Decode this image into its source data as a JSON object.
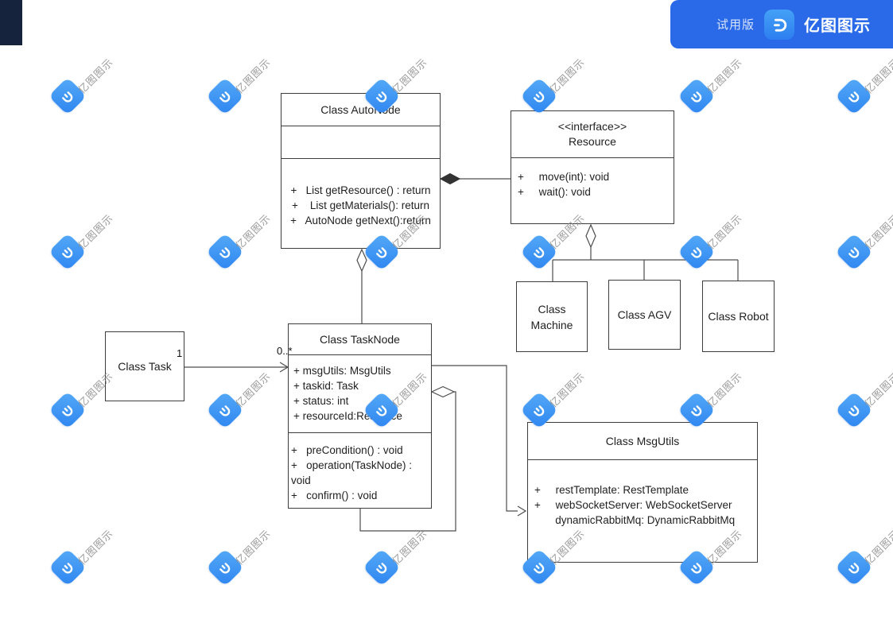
{
  "app": {
    "trial_badge": "试用版",
    "app_name": "亿图图示",
    "watermark_text": "亿图图示",
    "banner_color": "#2a6ae9"
  },
  "diagram": {
    "classes": [
      {
        "id": "autonode",
        "title": "Class AutoNode",
        "stereotype": "",
        "attributes": [],
        "methods": [
          "+   List getResource() : return",
          "+    List getMaterials(): return",
          "+   AutoNode getNext():return"
        ]
      },
      {
        "id": "resource",
        "title": "Resource",
        "stereotype": "<<interface>>",
        "methods": [
          "+     move(int): void",
          "+     wait(): void"
        ]
      },
      {
        "id": "machine",
        "title": "Class Machine"
      },
      {
        "id": "agv",
        "title": "Class AGV"
      },
      {
        "id": "robot",
        "title": "Class Robot"
      },
      {
        "id": "task",
        "title": "Class Task"
      },
      {
        "id": "tasknode",
        "title": "Class TaskNode",
        "stereotype": "",
        "attributes": [
          "+ msgUtils: MsgUtils",
          "+ taskid: Task",
          "+ status: int",
          "+ resourceId:Resource"
        ],
        "methods": [
          "+   preCondition() : void",
          "+   operation(TaskNode) :",
          "void",
          "+   confirm() : void"
        ]
      },
      {
        "id": "msgutils",
        "title": "Class MsgUtils",
        "stereotype": "",
        "attributes": [
          "+     restTemplate: RestTemplate",
          "+     webSocketServer: WebSocketServer",
          "       dynamicRabbitMq: DynamicRabbitMq"
        ]
      }
    ],
    "multiplicity_labels": [
      {
        "id": "task-end",
        "text": "1"
      },
      {
        "id": "tasknode-end",
        "text": "0..*"
      }
    ]
  }
}
